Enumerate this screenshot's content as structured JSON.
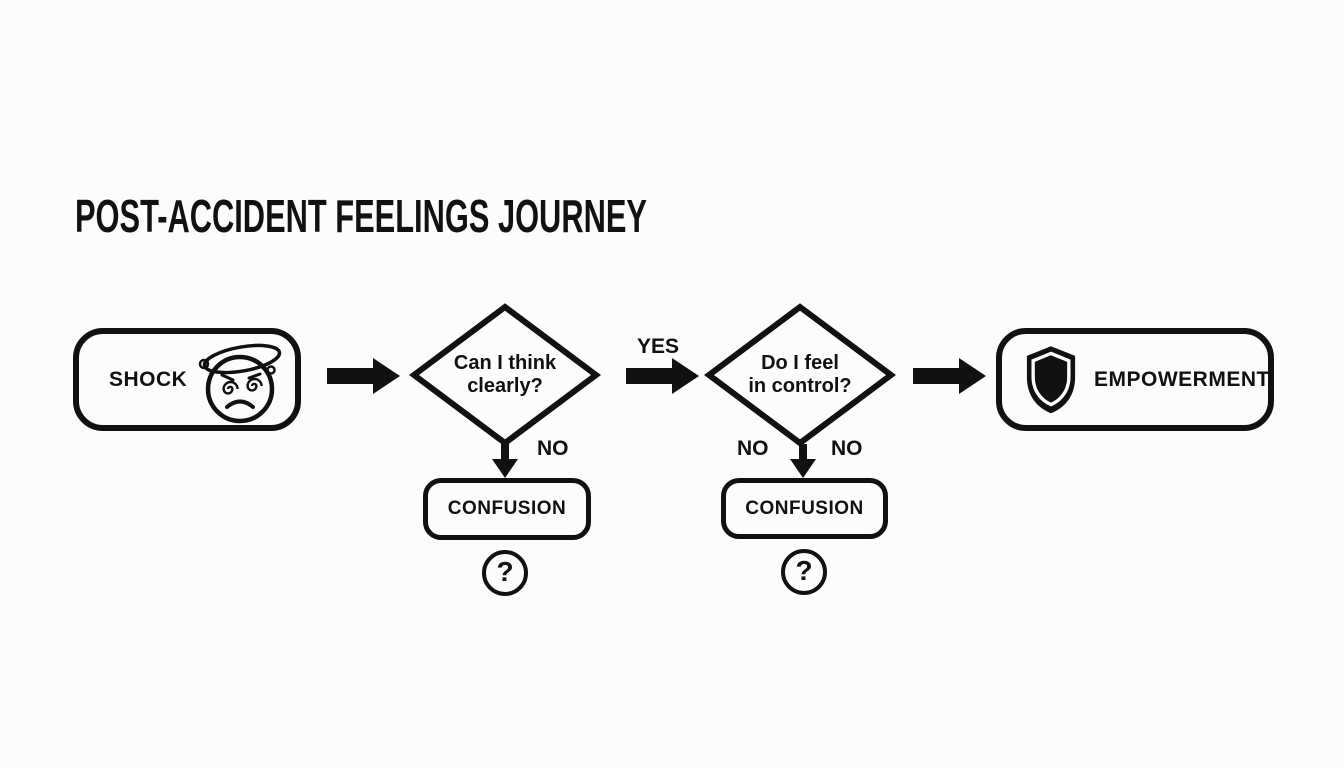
{
  "title": "POST-ACCIDENT FEELINGS JOURNEY",
  "nodes": {
    "shock": {
      "label": "SHOCK",
      "icon": "dizzy-face-icon"
    },
    "decision1": {
      "line1": "Can I think",
      "line2": "clearly?"
    },
    "confusion1": {
      "label": "CONFUSION",
      "badge": "?"
    },
    "decision2": {
      "line1": "Do I feel",
      "line2": "in control?"
    },
    "confusion2": {
      "label": "CONFUSION",
      "badge": "?"
    },
    "empowerment": {
      "label": "EMPOWERMENT",
      "icon": "shield-icon"
    }
  },
  "edges": {
    "decision1_yes": "YES",
    "decision1_no": "NO",
    "decision2_no_left": "NO",
    "decision2_no_right": "NO"
  },
  "colors": {
    "ink": "#111111",
    "background": "#fcfcfc"
  }
}
